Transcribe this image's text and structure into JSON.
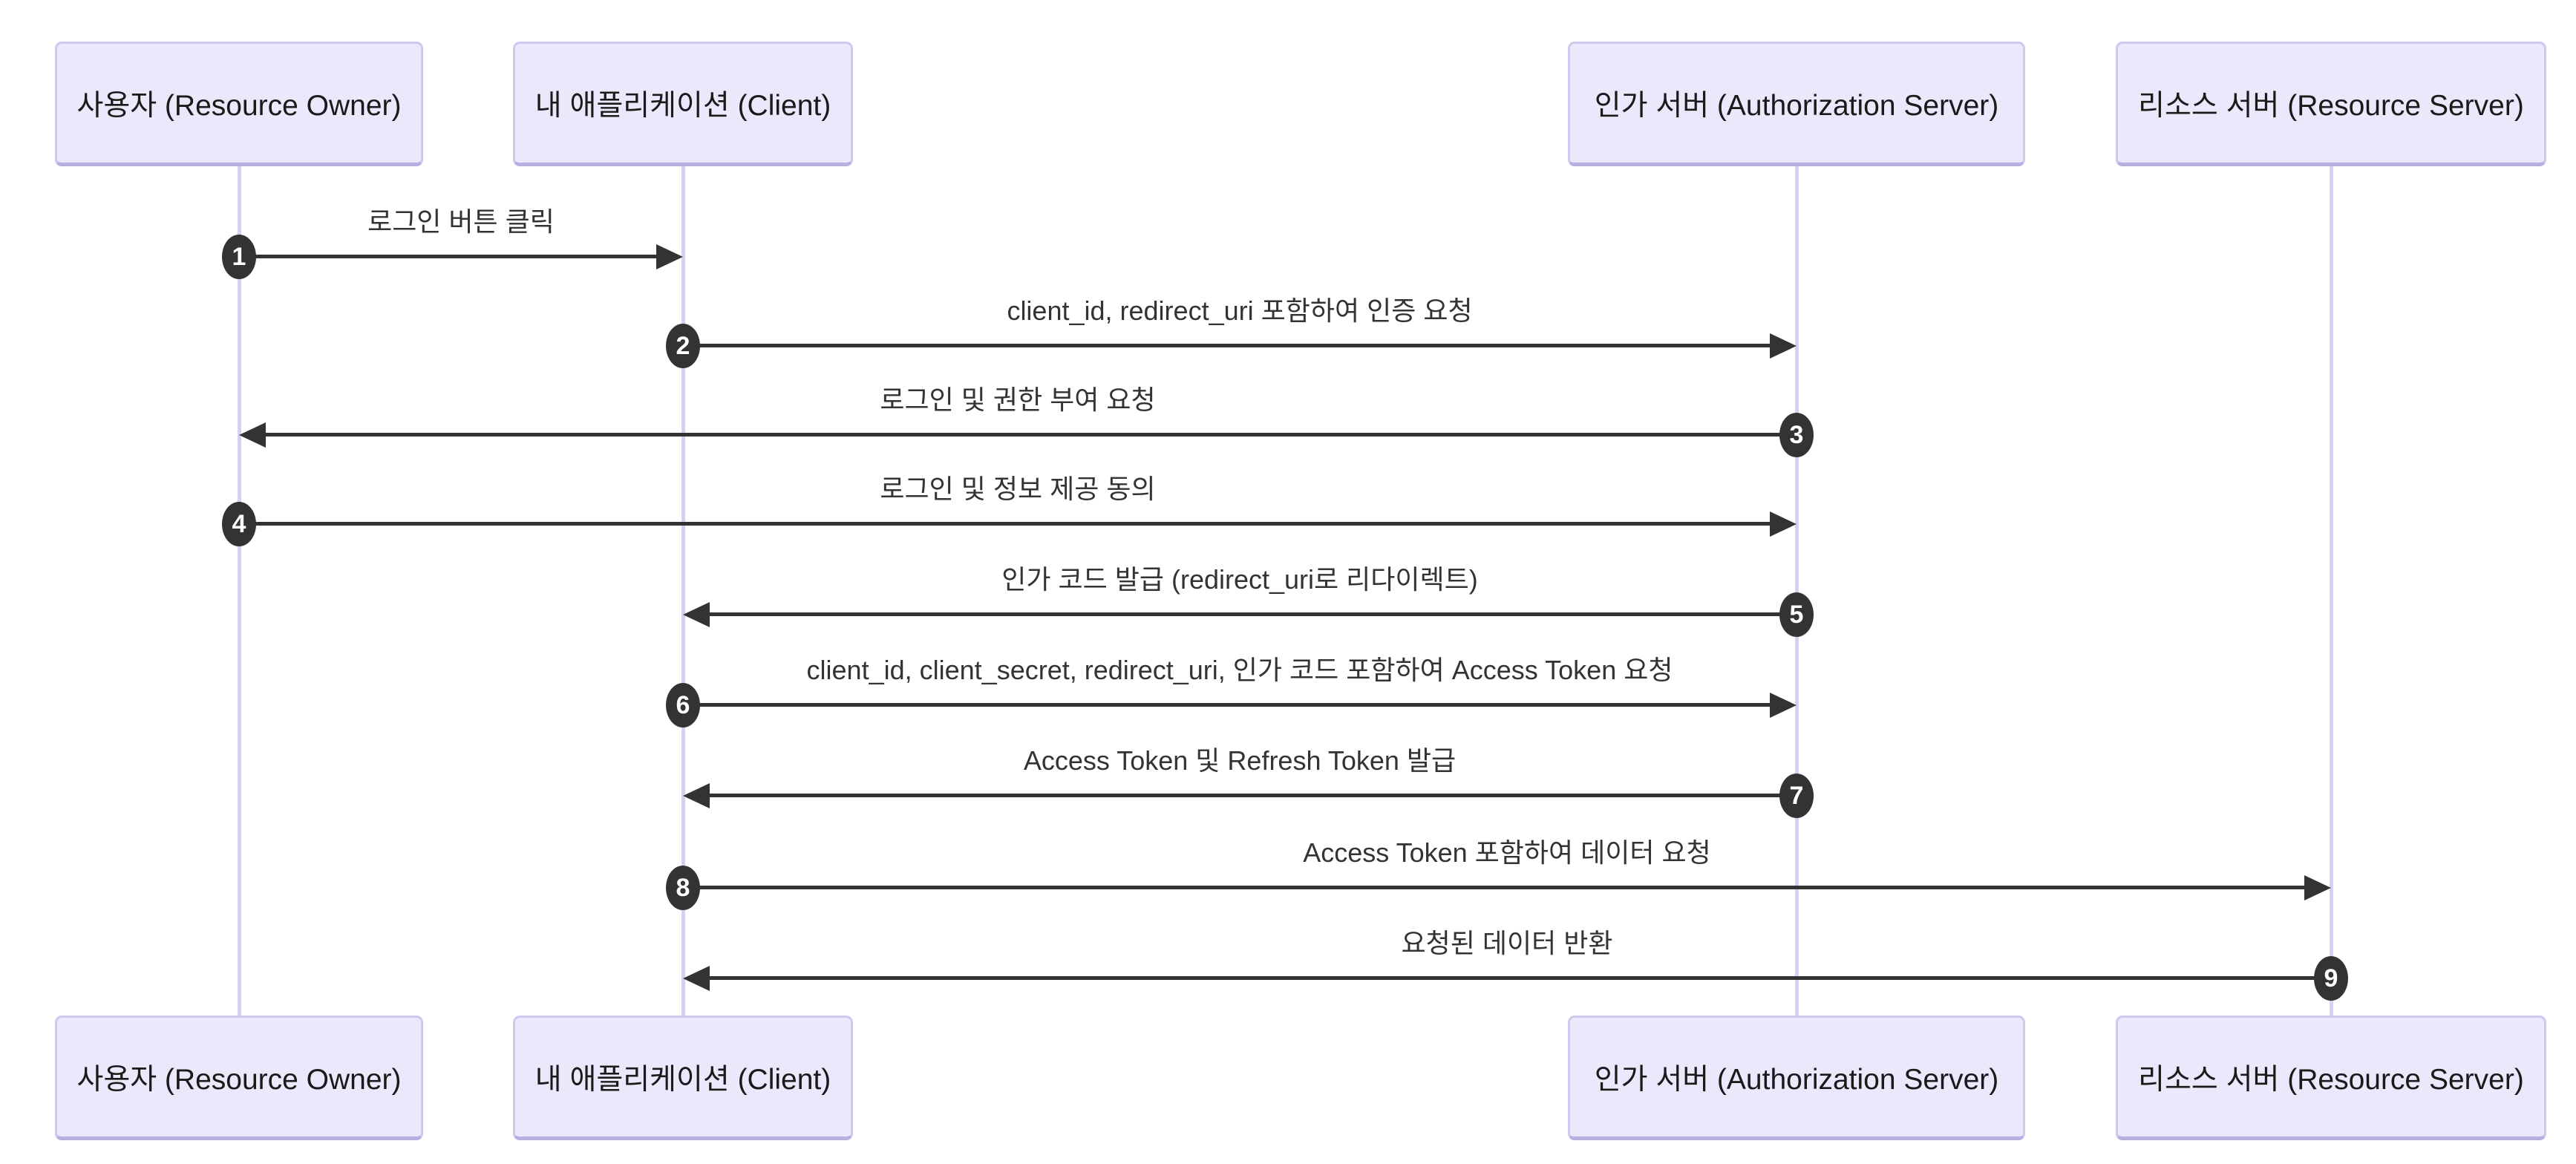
{
  "diagram": {
    "type": "sequence",
    "colors": {
      "background": "#ffffff",
      "actor_fill": "#EAE8FB",
      "actor_border": "#CFC8EE",
      "actor_border_bottom": "#B7AFE0",
      "lifeline": "#D6D0EF",
      "arrow": "#333333",
      "message_text": "#333333",
      "actor_text": "#1a1a1a",
      "badge_fill": "#333333",
      "badge_text": "#ffffff"
    },
    "actors": [
      {
        "id": "user",
        "label": "사용자 (Resource Owner)"
      },
      {
        "id": "client",
        "label": "내 애플리케이션 (Client)"
      },
      {
        "id": "auth",
        "label": "인가 서버 (Authorization Server)"
      },
      {
        "id": "resource",
        "label": "리소스 서버 (Resource Server)"
      }
    ],
    "messages": [
      {
        "num": "1",
        "from": "user",
        "to": "client",
        "direction": "right",
        "label": "로그인 버튼 클릭"
      },
      {
        "num": "2",
        "from": "client",
        "to": "auth",
        "direction": "right",
        "label": "client_id, redirect_uri 포함하여 인증 요청"
      },
      {
        "num": "3",
        "from": "auth",
        "to": "user",
        "direction": "left",
        "label": "로그인 및 권한 부여 요청"
      },
      {
        "num": "4",
        "from": "user",
        "to": "auth",
        "direction": "right",
        "label": "로그인 및 정보 제공 동의"
      },
      {
        "num": "5",
        "from": "auth",
        "to": "client",
        "direction": "left",
        "label": "인가 코드 발급 (redirect_uri로 리다이렉트)"
      },
      {
        "num": "6",
        "from": "client",
        "to": "auth",
        "direction": "right",
        "label": "client_id, client_secret, redirect_uri, 인가 코드 포함하여 Access Token 요청"
      },
      {
        "num": "7",
        "from": "auth",
        "to": "client",
        "direction": "left",
        "label": "Access Token 및 Refresh Token 발급"
      },
      {
        "num": "8",
        "from": "client",
        "to": "resource",
        "direction": "right",
        "label": "Access Token 포함하여 데이터 요청"
      },
      {
        "num": "9",
        "from": "resource",
        "to": "client",
        "direction": "left",
        "label": "요청된 데이터 반환"
      }
    ]
  }
}
